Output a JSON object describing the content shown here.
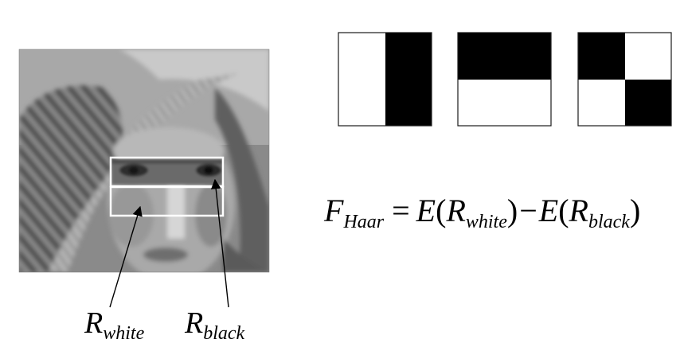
{
  "colors": {
    "white": "#ffffff",
    "black": "#000000",
    "frame": "#1a1a1a",
    "highlight": "#ffffff"
  },
  "photo": {
    "description_icon": "grayscale-face-photo"
  },
  "features": [
    {
      "kind": "vertical-edge",
      "cells": [
        [
          "white",
          "black"
        ]
      ]
    },
    {
      "kind": "horizontal-edge",
      "cells": [
        [
          "black"
        ],
        [
          "white"
        ]
      ]
    },
    {
      "kind": "checkerboard",
      "cells": [
        [
          "black",
          "white"
        ],
        [
          "white",
          "black"
        ]
      ]
    }
  ],
  "labels": {
    "r_white_main": "R",
    "r_white_sub": "white",
    "r_black_main": "R",
    "r_black_sub": "black"
  },
  "formula": {
    "f": "F",
    "f_sub": "Haar",
    "equals": "=",
    "e1": "E",
    "open1": "(",
    "r1": "R",
    "r1_sub": "white",
    "close1": ")",
    "minus": "−",
    "e2": "E",
    "open2": "(",
    "r2": "R",
    "r2_sub": "black",
    "close2": ")"
  }
}
